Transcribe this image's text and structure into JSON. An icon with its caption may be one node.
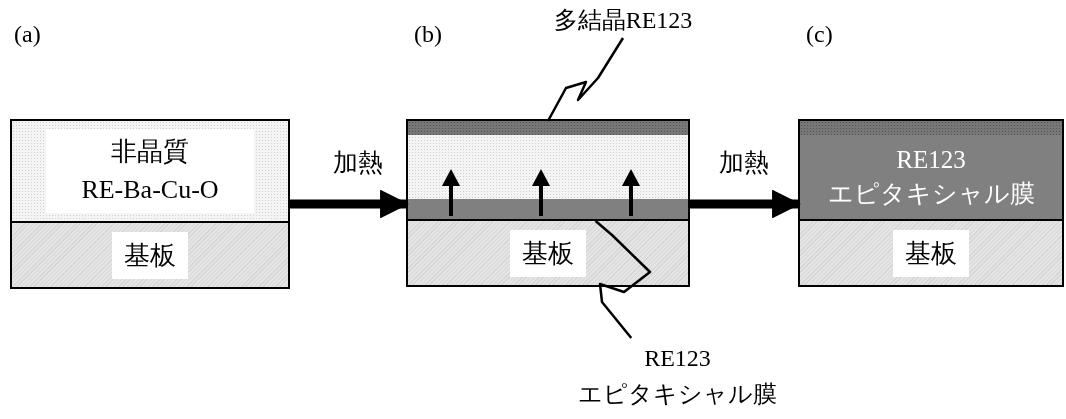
{
  "diagram": {
    "nodes": [
      {
        "text": [],
        "shape": "box"
      },
      {
        "text": [
          "非晶質 RE-Ba-Cu-O"
        ],
        "in": 0
      },
      {
        "text": [
          "基板"
        ],
        "in": 0
      },
      {
        "text": [],
        "shape": "box"
      },
      {
        "text": [],
        "shape": "bar",
        "in": 3
      },
      {
        "text": [],
        "shape": "bar",
        "in": 3
      },
      {
        "text": [
          "基板"
        ],
        "in": 3
      },
      {
        "text": [],
        "shape": "box"
      },
      {
        "text": [],
        "shape": "bar",
        "in": 7
      },
      {
        "text": [
          "RE123 エピタキシャル膜"
        ],
        "in": 7
      },
      {
        "text": [
          "基板"
        ],
        "in": 7
      },
      {
        "text": [
          "多結晶RE123"
        ]
      },
      {
        "text": [
          "RE123 エピタキシャル膜"
        ]
      }
    ],
    "edges": [
      {
        "from": 0,
        "to": 3,
        "arrow": "to",
        "label": "加熱",
        "style": "thick"
      },
      {
        "from": 3,
        "to": 7,
        "arrow": "to",
        "label": "加熱",
        "style": "thick"
      },
      {
        "from": 11,
        "to": 4,
        "arrow": "none"
      },
      {
        "from": 12,
        "to": 5,
        "arrow": "none"
      }
    ],
    "labels": [
      "(a)",
      "(b)",
      "(c)"
    ]
  }
}
